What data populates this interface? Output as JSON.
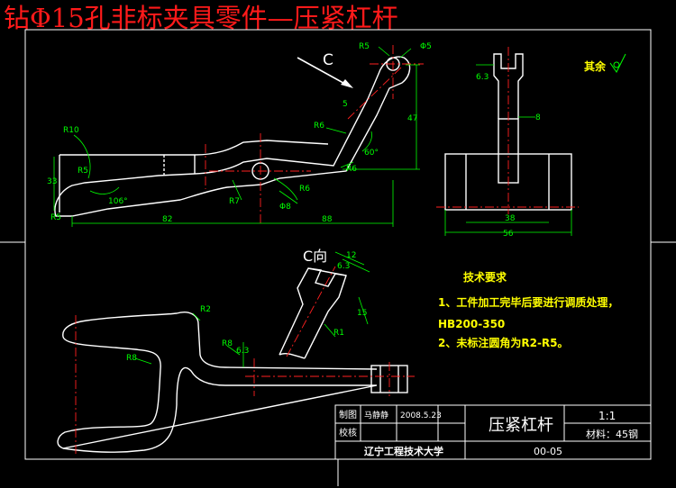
{
  "title": "钻Φ15孔非标夹具零件—压紧杠杆",
  "labels": {
    "view_c": "C",
    "view_c_dir": "C向",
    "surface_rest": "其余"
  },
  "dimensions": {
    "r10": "R10",
    "r5_left": "R5",
    "r5_small": "R5",
    "d33": "33",
    "d106": "106°",
    "d82": "82",
    "d88": "88",
    "r7": "R7",
    "phi8": "Φ8",
    "r6_mid": "R6",
    "r6_b": "R6",
    "r6_c": "R6",
    "r5_top": "R5",
    "phi5": "Φ5",
    "d5": "5",
    "d47": "47",
    "d60": "60°",
    "d6_3": "6.3",
    "d8": "8",
    "d38": "38",
    "d56": "56",
    "r2": "R2",
    "r8a": "R8",
    "r8b": "R8",
    "d12": "12",
    "d15": "15",
    "r1": "R1",
    "d6_3b": "6.3"
  },
  "tech_requirements": {
    "heading": "技术要求",
    "line1": "1、工件加工完毕后要进行调质处理，",
    "line2": "HB200-350",
    "line3": "2、未标注圆角为R2-R5。"
  },
  "title_block": {
    "drawn_label": "制图",
    "drawn_name": "马静静",
    "date": "2008.5.23",
    "check_label": "校核",
    "part_name": "压紧杠杆",
    "scale": "1:1",
    "material": "材料：45钢",
    "school": "辽宁工程技术大学",
    "drawing_no": "00-05"
  },
  "colors": {
    "background": "#000000",
    "outline": "#ffffff",
    "dimension": "#00ff00",
    "centerline": "#ff2020",
    "title": "#ff1a1a",
    "leader": "#00ffff"
  }
}
